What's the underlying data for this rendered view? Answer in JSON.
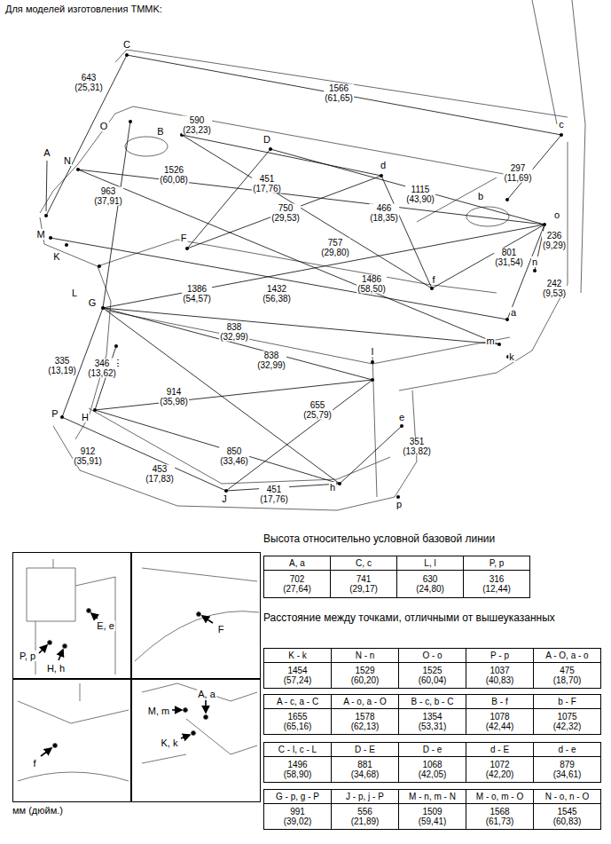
{
  "diagram": {
    "title": "Для моделей изготовления TMMK:",
    "nodes": [
      {
        "text": [
          "P, p",
          "H, h",
          "E, e"
        ]
      },
      {
        "text": [
          "F"
        ]
      },
      {
        "text": [
          "f"
        ]
      },
      {
        "text": [
          "A, a",
          "M, m",
          "K, k"
        ]
      }
    ],
    "labels": [
      "C",
      "A",
      "N",
      "O",
      "B",
      "D",
      "d",
      "c",
      "b",
      "o",
      "M",
      "K",
      "L",
      "G",
      "n",
      "a",
      "F",
      "f",
      "m",
      "k",
      "l",
      "E",
      "P",
      "H",
      "e",
      "J",
      "h",
      "p",
      "643 (25,31)",
      "1566 (61,65)",
      "590 (23,23)",
      "451 (17,76)",
      "1526 (60,08)",
      "963 (37,91)",
      "750 (29,53)",
      "757 (29,80)",
      "1115 (43,90)",
      "466 (18,35)",
      "297 (11,69)",
      "236 (9,29)",
      "801 (31,54)",
      "242 (9,53)",
      "1386 (54,57)",
      "1432 (56,38)",
      "1486 (58,50)",
      "838 (32,99)",
      "838 (32,99)",
      "335 (13,19)",
      "346 (13,62)",
      "914 (35,98)",
      "912 (35,91)",
      "655 (25,79)",
      "850 (33,46)",
      "453 (17,83)",
      "451 (17,76)",
      "351 (13,82)",
      "Высота относительно условной базовой линии",
      "A, a",
      "C, c",
      "L, l",
      "P, p",
      "702 (27,64)",
      "741 (29,17)",
      "630 (24,80)",
      "316 (12,44)",
      "Расстояние между точками, отличными от вышеуказанных",
      "K - k",
      "N - n",
      "O - o",
      "P - p",
      "A - O, a - o",
      "1454 (57,24)",
      "1529 (60,20)",
      "1525 (60,04)",
      "1037 (40,83)",
      "475 (18,70)",
      "A - c, a - C",
      "A - o, a - O",
      "B - c, b - C",
      "B - f",
      "b - F",
      "1655 (65,16)",
      "1578 (62,13)",
      "1354 (53,31)",
      "1078 (42,44)",
      "1075 (42,32)",
      "C - l, c - L",
      "D - E",
      "D - e",
      "d - E",
      "d - e",
      "1496 (58,90)",
      "881 (34,68)",
      "1068 (42,05)",
      "1072 (42,20)",
      "879 (34,61)",
      "G - p, g - P",
      "J - p, j - P",
      "M - n, m - N",
      "M - o, m - O",
      "N - o, n - O",
      "991 (39,02)",
      "556 (21,89)",
      "1509 (59,41)",
      "1568 (61,73)",
      "1545 (60,83)",
      "мм (дюйм.)"
    ]
  }
}
